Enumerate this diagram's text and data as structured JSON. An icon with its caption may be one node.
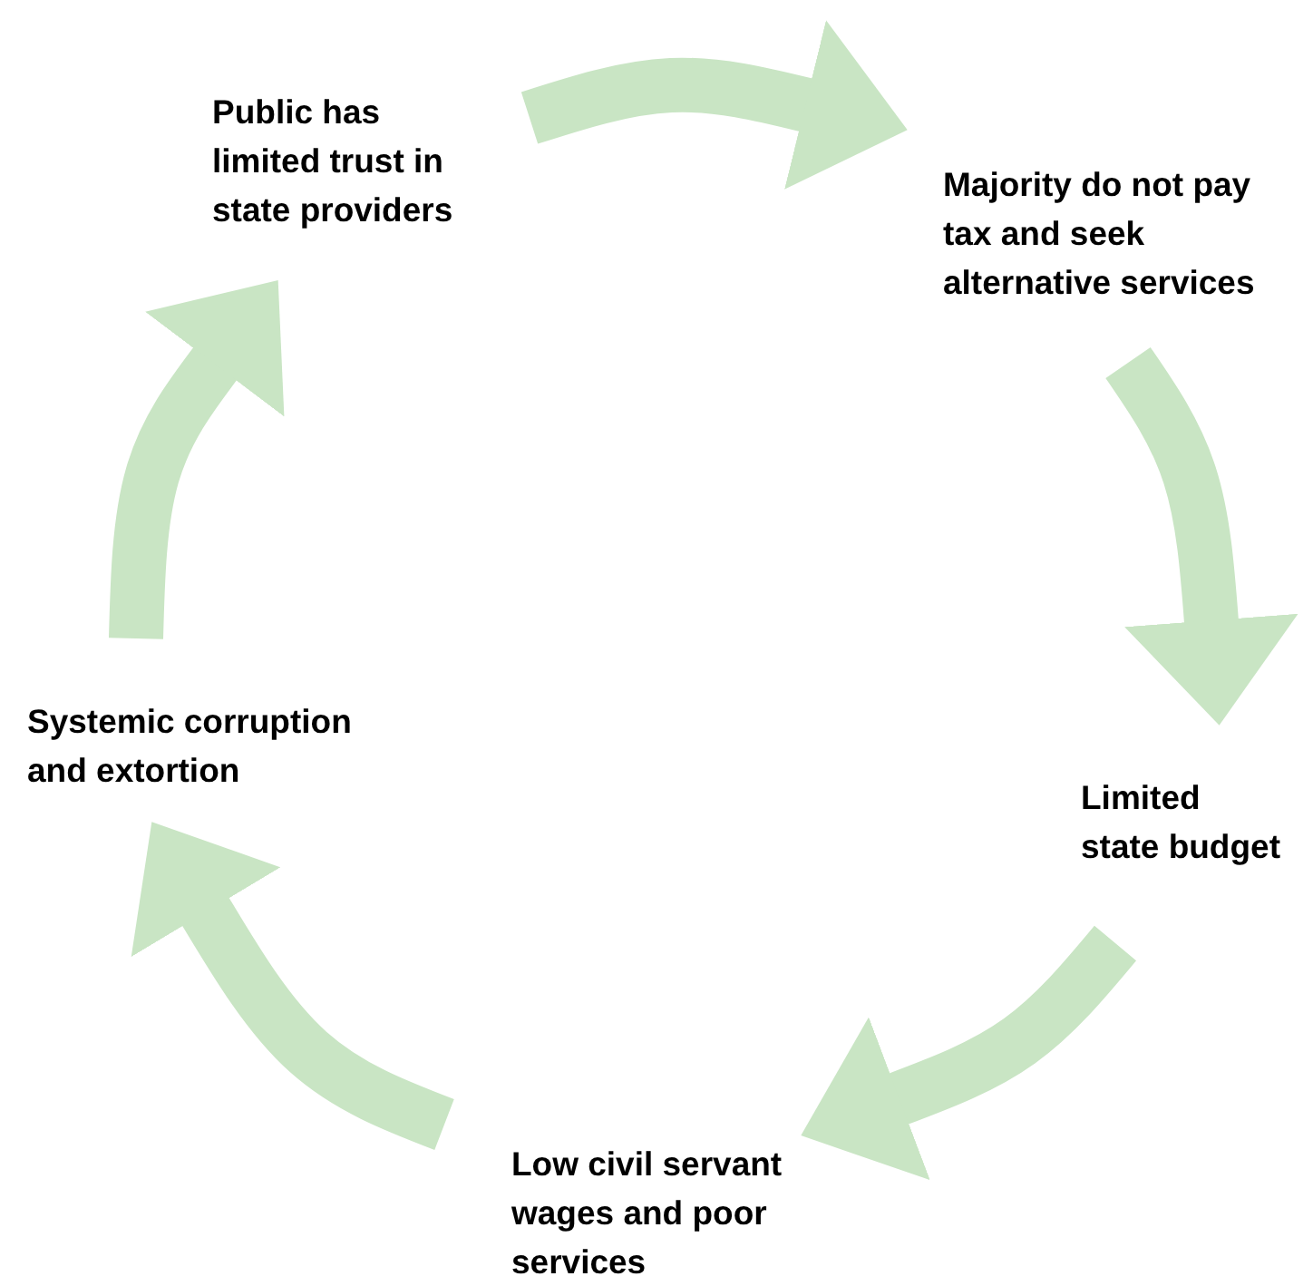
{
  "diagram": {
    "nodes": [
      {
        "text": [
          "Public has limited trust in state providers"
        ]
      },
      {
        "text": [
          "Majority do not pay tax and seek alternative services"
        ]
      },
      {
        "text": [
          "Limited state budget"
        ]
      },
      {
        "text": [
          "Low civil servant wages and poor services"
        ]
      },
      {
        "text": [
          "Systemic corruption and extortion"
        ]
      }
    ],
    "edges": [
      {
        "from": 0,
        "to": 1,
        "arrow": "to"
      },
      {
        "from": 1,
        "to": 2,
        "arrow": "to"
      },
      {
        "from": 2,
        "to": 3,
        "arrow": "to"
      },
      {
        "from": 3,
        "to": 4,
        "arrow": "to"
      },
      {
        "from": 4,
        "to": 0,
        "arrow": "to"
      }
    ]
  }
}
